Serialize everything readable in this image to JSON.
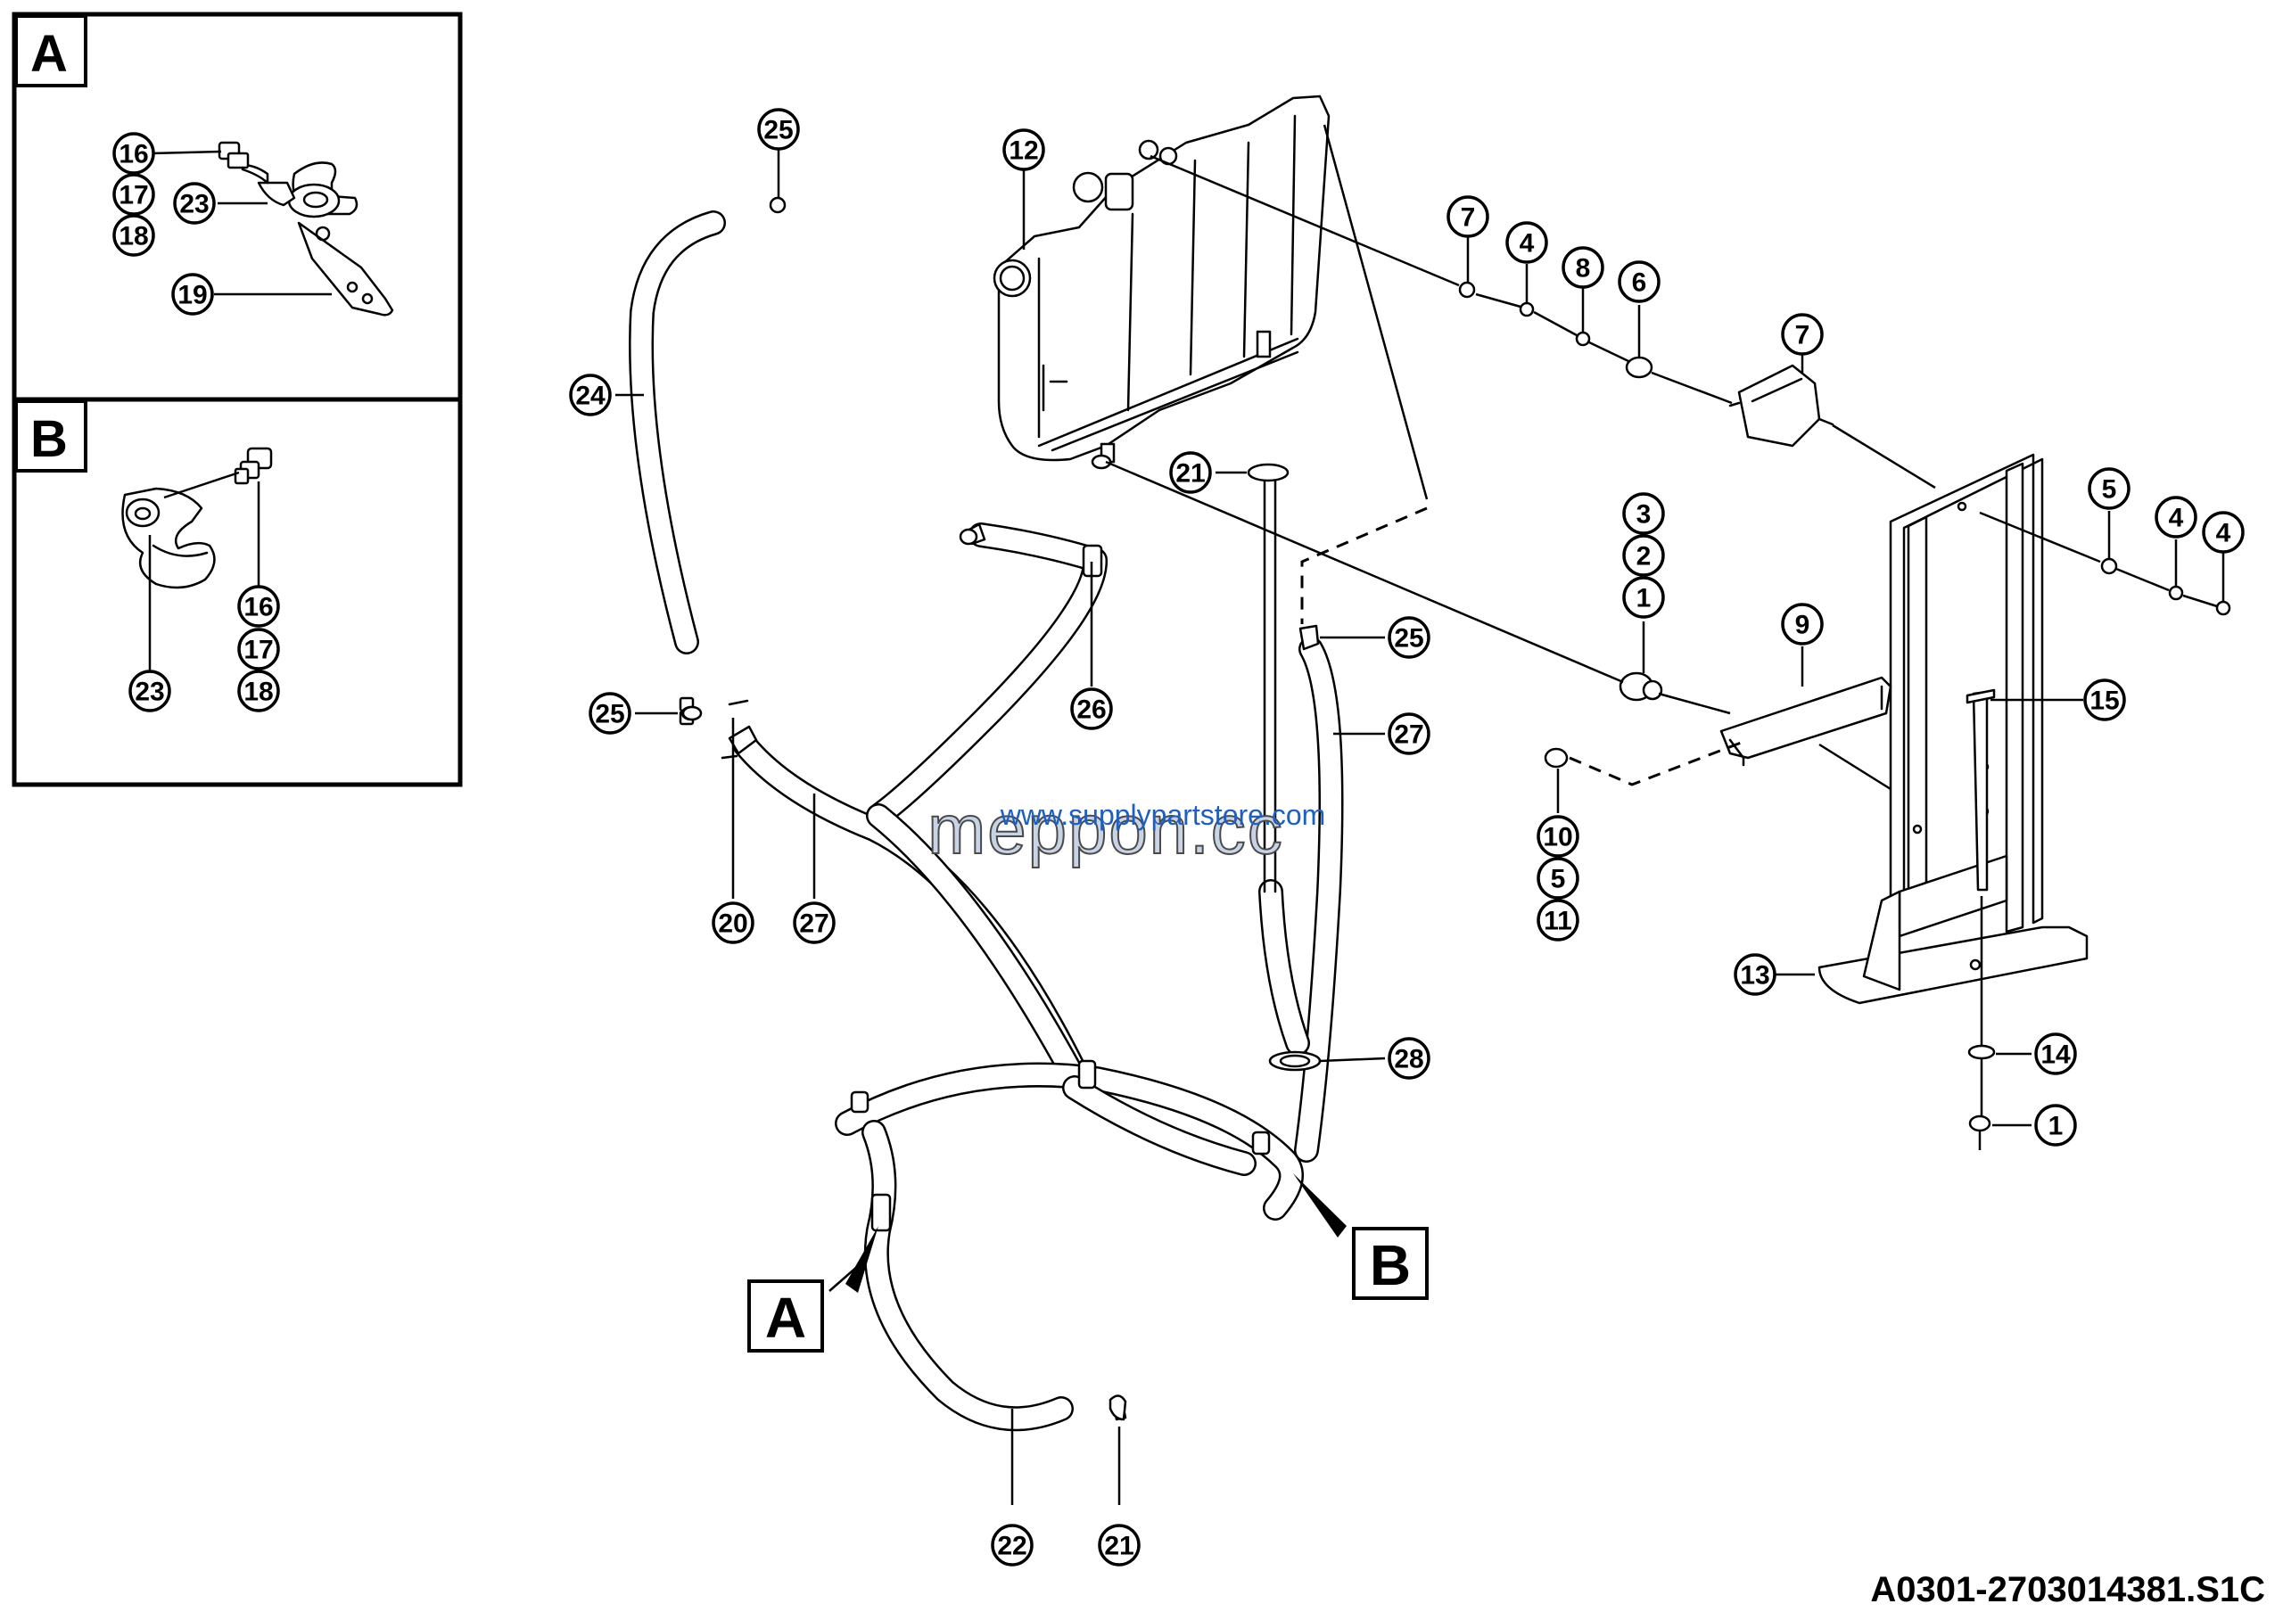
{
  "inset_a": {
    "letter": "A",
    "callouts": [
      "16",
      "17",
      "18",
      "23",
      "19"
    ]
  },
  "inset_b": {
    "letter": "B",
    "callouts": [
      "16",
      "17",
      "18",
      "23"
    ]
  },
  "view_markers": {
    "a": "A",
    "b": "B"
  },
  "callouts": {
    "c12": "12",
    "c25_top": "25",
    "c24": "24",
    "c25_left": "25",
    "c20": "20",
    "c27_left": "27",
    "c26": "26",
    "c21_mid": "21",
    "c25_right": "25",
    "c27_right": "27",
    "c28": "28",
    "c22": "22",
    "c21_bottom": "21",
    "c7_left": "7",
    "c4_left": "4",
    "c8": "8",
    "c6": "6",
    "c7_right": "7",
    "c5_right": "5",
    "c4_r1": "4",
    "c4_r2": "4",
    "c3": "3",
    "c2": "2",
    "c1_top": "1",
    "c9": "9",
    "c15": "15",
    "c10": "10",
    "c5_mid": "5",
    "c11": "11",
    "c13": "13",
    "c14": "14",
    "c1_bottom": "1"
  },
  "watermark": {
    "line1": "www.supplypartstore.com",
    "line2": "meppon.cc"
  },
  "drawing_code": "A0301-2703014381.S1C"
}
